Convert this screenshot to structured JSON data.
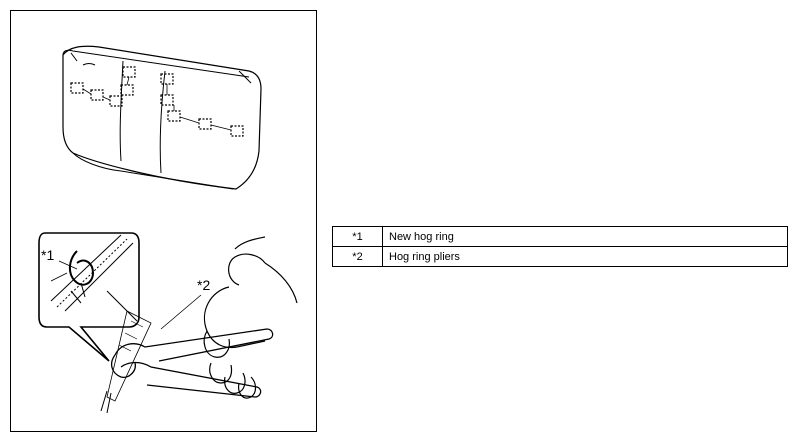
{
  "figure": {
    "callouts": [
      {
        "marker": "*1"
      },
      {
        "marker": "*2"
      }
    ],
    "clip_icon": "hog-ring-clip-icon"
  },
  "legend": {
    "rows": [
      {
        "marker": "*1",
        "text": "New hog ring"
      },
      {
        "marker": "*2",
        "text": "Hog ring pliers"
      }
    ]
  }
}
